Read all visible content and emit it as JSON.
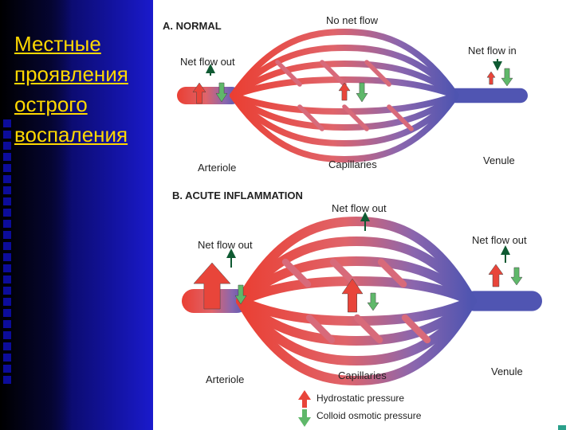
{
  "slide": {
    "title_lines": [
      "Местные",
      "проявления",
      "острого",
      "воспаления"
    ]
  },
  "panel_a": {
    "heading": "A. NORMAL",
    "labels": {
      "top": "No net flow",
      "left": "Net flow out",
      "right": "Net flow in",
      "arteriole": "Arteriole",
      "capillaries": "Capillaries",
      "venule": "Venule"
    }
  },
  "panel_b": {
    "heading": "B. ACUTE INFLAMMATION",
    "labels": {
      "top": "Net flow out",
      "left": "Net flow out",
      "right": "Net flow out",
      "arteriole": "Arteriole",
      "capillaries": "Capillaries",
      "venule": "Venule"
    }
  },
  "legend": {
    "hydrostatic": "Hydrostatic pressure",
    "colloid": "Colloid osmotic pressure"
  },
  "colors": {
    "arterial": "#e8453a",
    "venous": "#5a5ab4",
    "hydrostatic_arrow": "#e8453a",
    "colloid_arrow": "#5fb86a",
    "net_arrow": "#0f5a32",
    "title": "#ffd800"
  }
}
